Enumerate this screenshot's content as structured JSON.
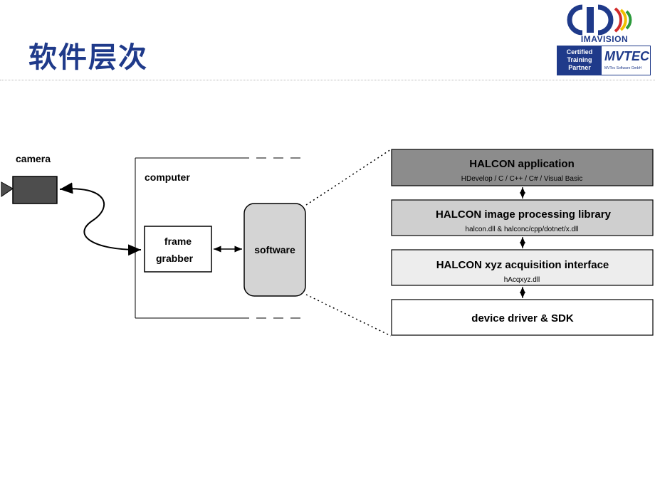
{
  "slide": {
    "title": "软件层次"
  },
  "logo": {
    "brand": "IMAVISION",
    "certified": [
      "Certified",
      "Training",
      "Partner"
    ],
    "mvtec": "MVTEC",
    "mvtec_sub": "MVTec Software GmbH"
  },
  "diagram": {
    "camera_label": "camera",
    "computer_label": "computer",
    "frame_grabber_label": [
      "frame",
      "grabber"
    ],
    "software_label": "software",
    "layers": [
      {
        "title": "HALCON application",
        "subtitle": "HDevelop / C / C++ / C# / Visual Basic",
        "fill": "#8c8c8c"
      },
      {
        "title": "HALCON image processing library",
        "subtitle": "halcon.dll & halconc/cpp/dotnet/x.dll",
        "fill": "#cfcfcf"
      },
      {
        "title": "HALCON xyz acquisition interface",
        "subtitle": "hAcqxyz.dll",
        "fill": "#ededed"
      },
      {
        "title": "device driver & SDK",
        "subtitle": "",
        "fill": "#ffffff"
      }
    ]
  },
  "colors": {
    "title": "#1f3a8a",
    "camera": "#4d4d4d",
    "software_fill": "#d4d4d4"
  }
}
